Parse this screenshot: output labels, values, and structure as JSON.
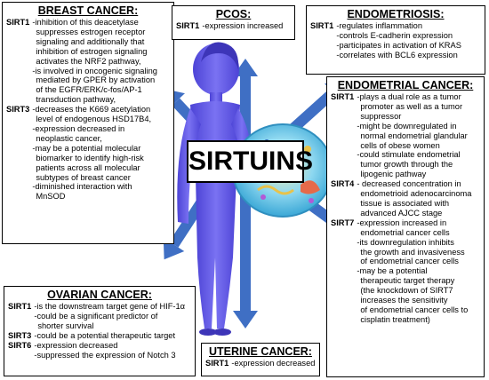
{
  "center_title": "SIRTUINS",
  "colors": {
    "arrow": "#3f6fc4",
    "figure": "#6b63e6",
    "cell": "#5fc1e8"
  },
  "breast": {
    "title": "BREAST CANCER:",
    "entries": [
      {
        "label": "SIRT1",
        "lines": [
          "-inhibition of this deacetylase",
          "suppresses estrogen receptor",
          "signaling and additionally that",
          "inhibition of estrogen signaling",
          "activates the NRF2 pathway,",
          "-is involved in oncogenic signaling",
          "mediated by GPER by activation",
          "of the EGFR/ERK/c-fos/AP-1",
          "transduction pathway,"
        ]
      },
      {
        "label": "SIRT3",
        "lines": [
          "-decreases the K669 acetylation",
          "level of endogenous HSD17B4,",
          "-expression decreased in",
          "neoplastic cancer,",
          "-may be a potential molecular",
          "biomarker to identify high-risk",
          "patients across all molecular",
          "subtypes of breast cancer",
          "-diminished interaction with",
          "MnSOD"
        ]
      }
    ]
  },
  "pcos": {
    "title": "PCOS:",
    "entries": [
      {
        "label": "SIRT1",
        "lines": [
          "-expression increased"
        ]
      }
    ]
  },
  "endometriosis": {
    "title": "ENDOMETRIOSIS:",
    "entries": [
      {
        "label": "SIRT1",
        "lines": [
          "-regulates inflammation",
          "-controls E-cadherin expression",
          "-participates in activation of KRAS",
          "-correlates with BCL6 expression"
        ]
      }
    ]
  },
  "endometrial": {
    "title": "ENDOMETRIAL CANCER:",
    "entries": [
      {
        "label": "SIRT1",
        "lines": [
          "-plays a dual role as a tumor",
          "promoter as well as a tumor",
          "suppressor",
          "-might be downregulated in",
          "normal endometrial glandular",
          "cells of obese women",
          "-could stimulate endometrial",
          "tumor growth through the",
          "lipogenic pathway"
        ]
      },
      {
        "label": "SIRT4",
        "lines": [
          "- decreased concentration in",
          "endometrioid adenocarcinoma",
          "tissue is associated with",
          "advanced AJCC stage"
        ]
      },
      {
        "label": "SIRT7",
        "lines": [
          "-expression increased in",
          "endometrial cancer cells",
          "-its downregulation inhibits",
          "the growth and invasiveness",
          "of endometrial cancer cells",
          "-may be a potential",
          "therapeutic target therapy",
          "(the knockdown of SIRT7",
          "increases the sensitivity",
          "of endometrial cancer cells to",
          "cisplatin treatment)"
        ]
      }
    ]
  },
  "ovarian": {
    "title": "OVARIAN CANCER:",
    "entries": [
      {
        "label": "SIRT1",
        "lines": [
          "-is the downstream target gene of HIF-1α",
          "-could be a significant predictor of",
          "shorter survival"
        ]
      },
      {
        "label": "SIRT3",
        "lines": [
          "-could be a potential therapeutic target"
        ]
      },
      {
        "label": "SIRT6",
        "lines": [
          "-expression decreased",
          "-suppressed the expression of Notch 3"
        ]
      }
    ]
  },
  "uterine": {
    "title": "UTERINE CANCER:",
    "entries": [
      {
        "label": "SIRT1",
        "lines": [
          "-expression decreased"
        ]
      }
    ]
  }
}
